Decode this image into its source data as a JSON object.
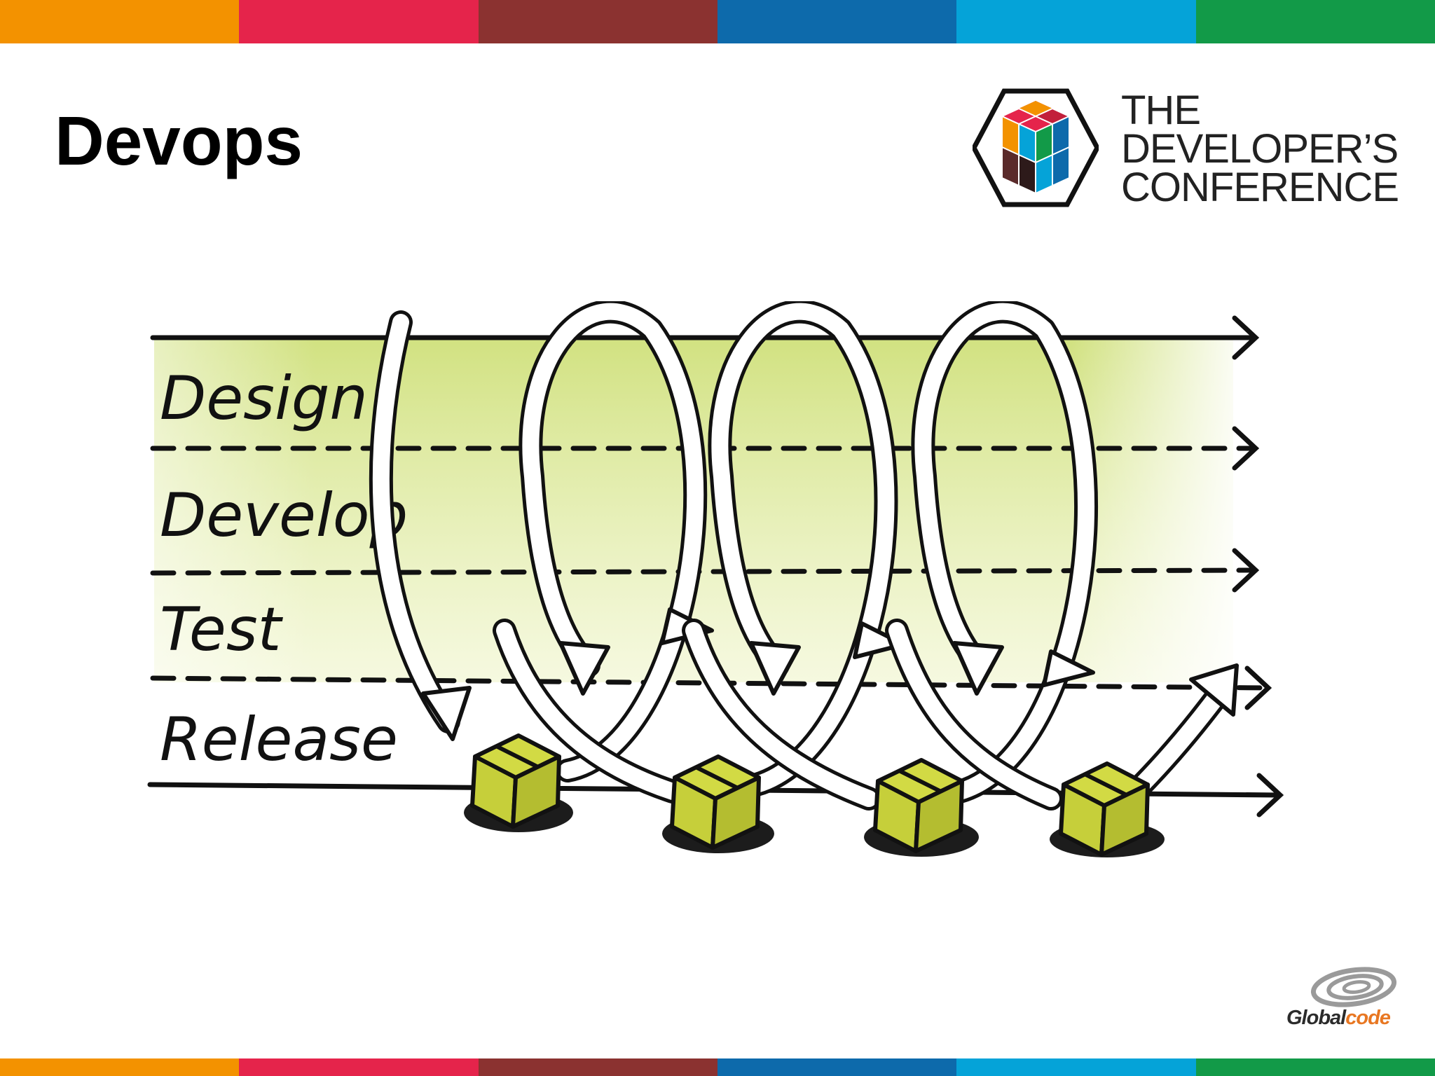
{
  "slide": {
    "title": "Devops"
  },
  "conference_logo": {
    "lines": [
      "THE",
      "DEVELOPER’S",
      "CONFERENCE"
    ],
    "icon": "hexagon-cube-icon"
  },
  "diagram": {
    "lanes": [
      "Design",
      "Develop",
      "Test",
      "Release"
    ],
    "release_boxes": 4,
    "icons": [
      "loop-arrow-icon",
      "package-box-icon"
    ]
  },
  "footer_logo": {
    "text_dark": "Global",
    "text_accent": "code",
    "icon": "swirl-icon"
  },
  "colors": {
    "stripe": [
      "#f39200",
      "#e5244b",
      "#8b3230",
      "#0d6aab",
      "#05a3d8",
      "#129a48"
    ],
    "band_green": "#cfe07a",
    "box_fill": "#d2da44",
    "box_shadow": "#1c1c1c",
    "globalcode_dark": "#2b2b2b",
    "globalcode_accent": "#e87722"
  }
}
